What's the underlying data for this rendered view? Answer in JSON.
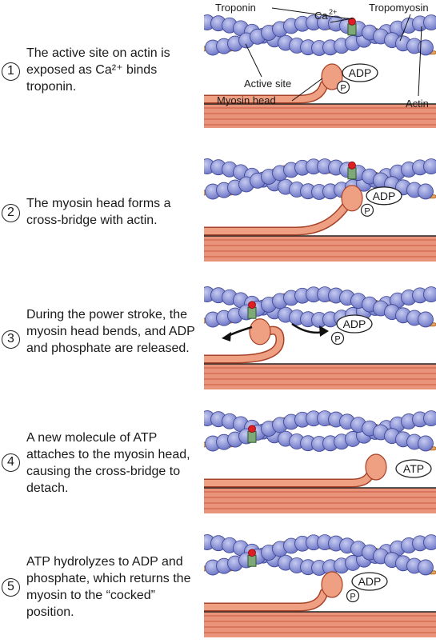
{
  "steps": [
    {
      "number": "1",
      "text": "The active site on actin is exposed as Ca²⁺ binds troponin.",
      "molecule": "ADP",
      "phosphate": "P"
    },
    {
      "number": "2",
      "text": "The myosin head forms a cross-bridge with actin.",
      "molecule": "ADP",
      "phosphate": "P"
    },
    {
      "number": "3",
      "text": "During the power stroke, the myosin head bends, and ADP and phosphate are released.",
      "molecule": "ADP",
      "phosphate": "P"
    },
    {
      "number": "4",
      "text": "A new molecule of ATP attaches to the myosin head, causing the cross-bridge to detach.",
      "molecule": "ATP",
      "phosphate": ""
    },
    {
      "number": "5",
      "text": "ATP hydrolyzes to ADP and phosphate, which returns the myosin to the “cocked” position.",
      "molecule": "ADP",
      "phosphate": "P"
    }
  ],
  "labels": {
    "troponin": "Troponin",
    "calcium": "Ca",
    "calcium_charge": "2+",
    "tropomyosin": "Tropomyosin",
    "active_site": "Active site",
    "myosin_head": "Myosin head",
    "actin": "Actin"
  },
  "colors": {
    "actin_bead": "#6f78c8",
    "actin_bead_light": "#c6cbf0",
    "tropomyosin": "#e7a35a",
    "myosin": "#f0a082",
    "myosin_dark": "#c9583c",
    "troponin": "#7ea878",
    "calcium": "#e01c24"
  }
}
